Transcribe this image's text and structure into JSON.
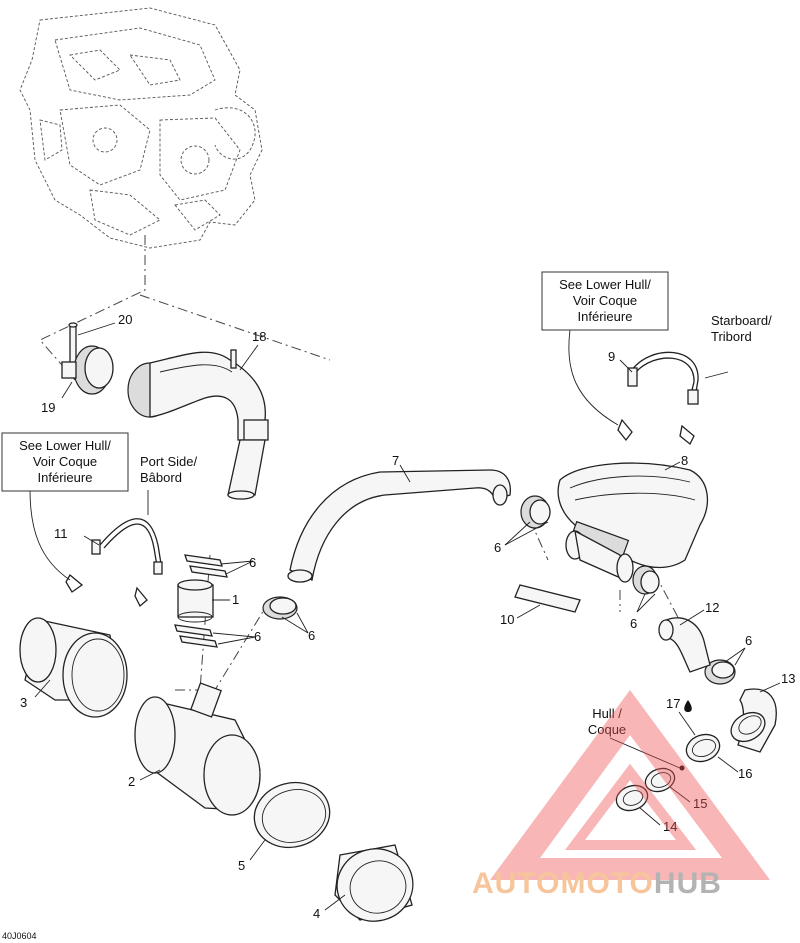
{
  "callouts": {
    "c1": "1",
    "c2": "2",
    "c3": "3",
    "c4": "4",
    "c5": "5",
    "c6a": "6",
    "c6b": "6",
    "c6c": "6",
    "c6d": "6",
    "c6e": "6",
    "c6f": "6",
    "c7": "7",
    "c8": "8",
    "c9": "9",
    "c10": "10",
    "c11": "11",
    "c12": "12",
    "c13": "13",
    "c14": "14",
    "c15": "15",
    "c16": "16",
    "c17": "17",
    "c18": "18",
    "c19": "19",
    "c20": "20"
  },
  "notes": {
    "see_lower_hull_left": [
      "See Lower Hull/",
      "Voir Coque",
      "Inférieure"
    ],
    "see_lower_hull_right": [
      "See Lower Hull/",
      "Voir Coque",
      "Inférieure"
    ],
    "port_side": [
      "Port Side/",
      "Bâbord"
    ],
    "starboard": [
      "Starboard/",
      "Tribord"
    ],
    "hull": [
      "Hull /",
      "Coque"
    ]
  },
  "drawing_code": "40J0604",
  "watermark": {
    "part1": "AUTOMOTO",
    "part2": "HUB"
  },
  "colors": {
    "watermark_triangle": "#ee4e4e",
    "watermark_orange": "#f5b27a",
    "watermark_gray": "#9a9a9a"
  }
}
